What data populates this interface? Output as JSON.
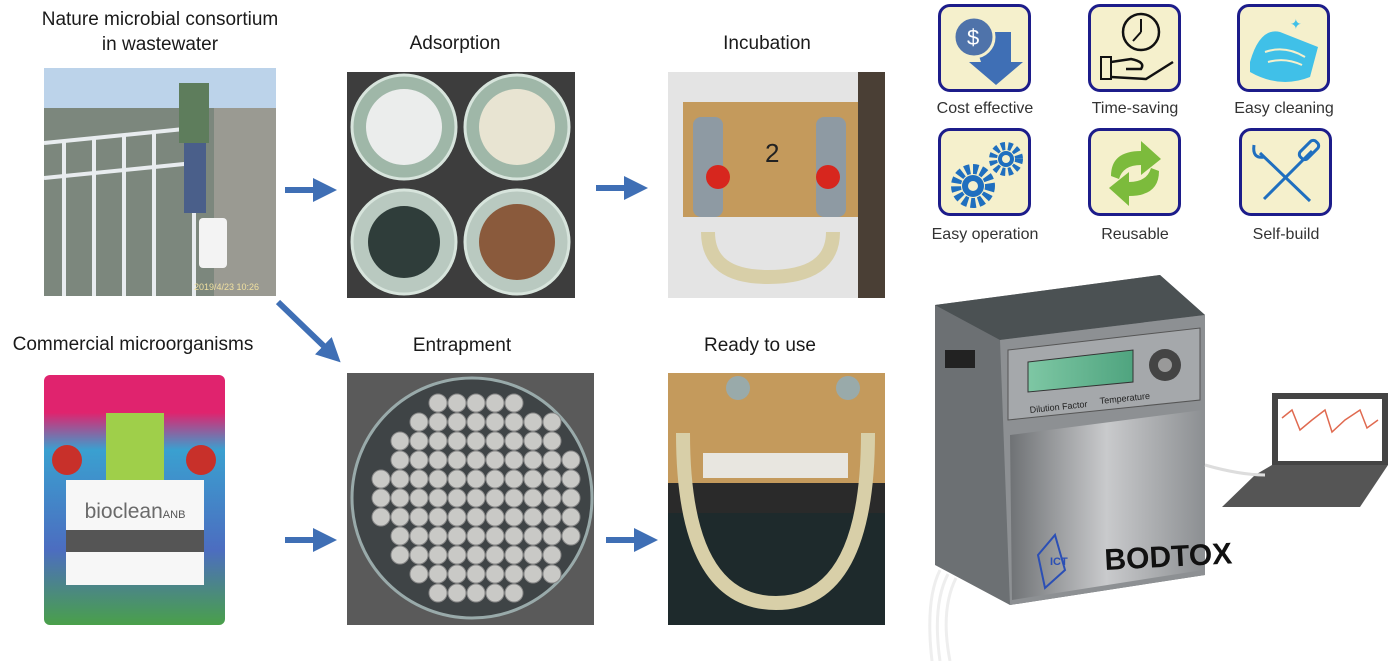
{
  "stages": {
    "nature": {
      "line1": "Nature microbial consortium",
      "line2": "in wastewater",
      "timestamp": "2019/4/23 10:26"
    },
    "commercial": {
      "label": "Commercial microorganisms",
      "brand": "bioclean",
      "brand_suffix": "ANB"
    },
    "adsorption": {
      "label": "Adsorption"
    },
    "incubation": {
      "label": "Incubation",
      "tag": "2"
    },
    "entrapment": {
      "label": "Entrapment"
    },
    "ready": {
      "label": "Ready to use"
    }
  },
  "features": [
    {
      "label": "Cost effective",
      "icon": "dollar-down-arrow-icon"
    },
    {
      "label": "Time-saving",
      "icon": "clock-hand-icon"
    },
    {
      "label": "Easy cleaning",
      "icon": "cleaning-hand-icon"
    },
    {
      "label": "Easy operation",
      "icon": "gears-icon"
    },
    {
      "label": "Reusable",
      "icon": "recycle-arrows-icon"
    },
    {
      "label": "Self-build",
      "icon": "wrench-screwdriver-icon"
    }
  ],
  "device": {
    "name": "BODTOX",
    "logo": "ICT",
    "indicator1": "Dilution Factor",
    "indicator2": "Temperature"
  },
  "colors": {
    "arrow": "#3f6fb5",
    "icon_border": "#1c1c8a",
    "icon_bg": "#f5f0cc",
    "lcd": "#6fbf98"
  }
}
